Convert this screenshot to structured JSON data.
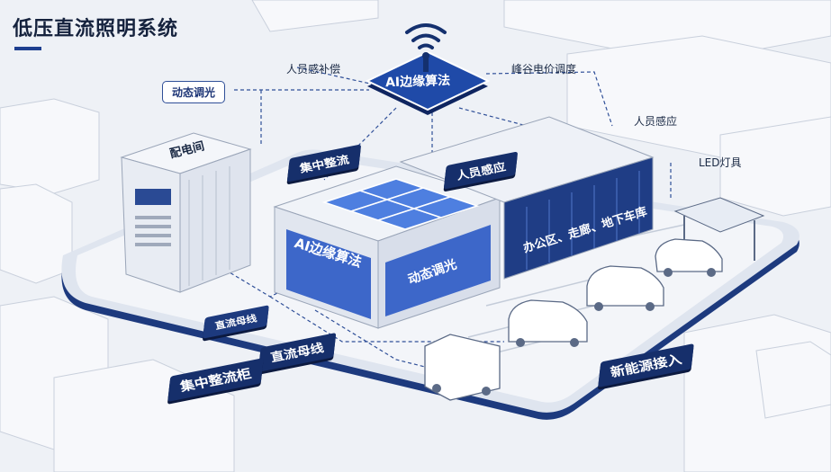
{
  "title": "低压直流照明系统",
  "hub": {
    "label": "AI边缘算法"
  },
  "callouts": {
    "dynamic_dimming": "动态调光",
    "compensation": "人员感补偿",
    "peak_valley": "峰谷电价调度",
    "presence_right": "人员感应",
    "led": "LED灯具"
  },
  "buildings": {
    "distribution_room": "配电间",
    "center_roof_tag": "集中整流",
    "center_front_sign": "AI边缘算法",
    "center_side_sign": "动态调光",
    "right_roof_tag": "人员感应",
    "right_side_sign": "办公区、走廊、地下车库"
  },
  "bottom_tags": {
    "dc_bus_small": "直流母线",
    "dc_bus": "直流母线",
    "rectifier_cabinet": "集中整流柜",
    "new_energy": "新能源接入"
  },
  "colors": {
    "navy": "#162f6b",
    "accent": "#2f4f98",
    "glass": "#3d67c9",
    "bg": "#eef1f6"
  }
}
